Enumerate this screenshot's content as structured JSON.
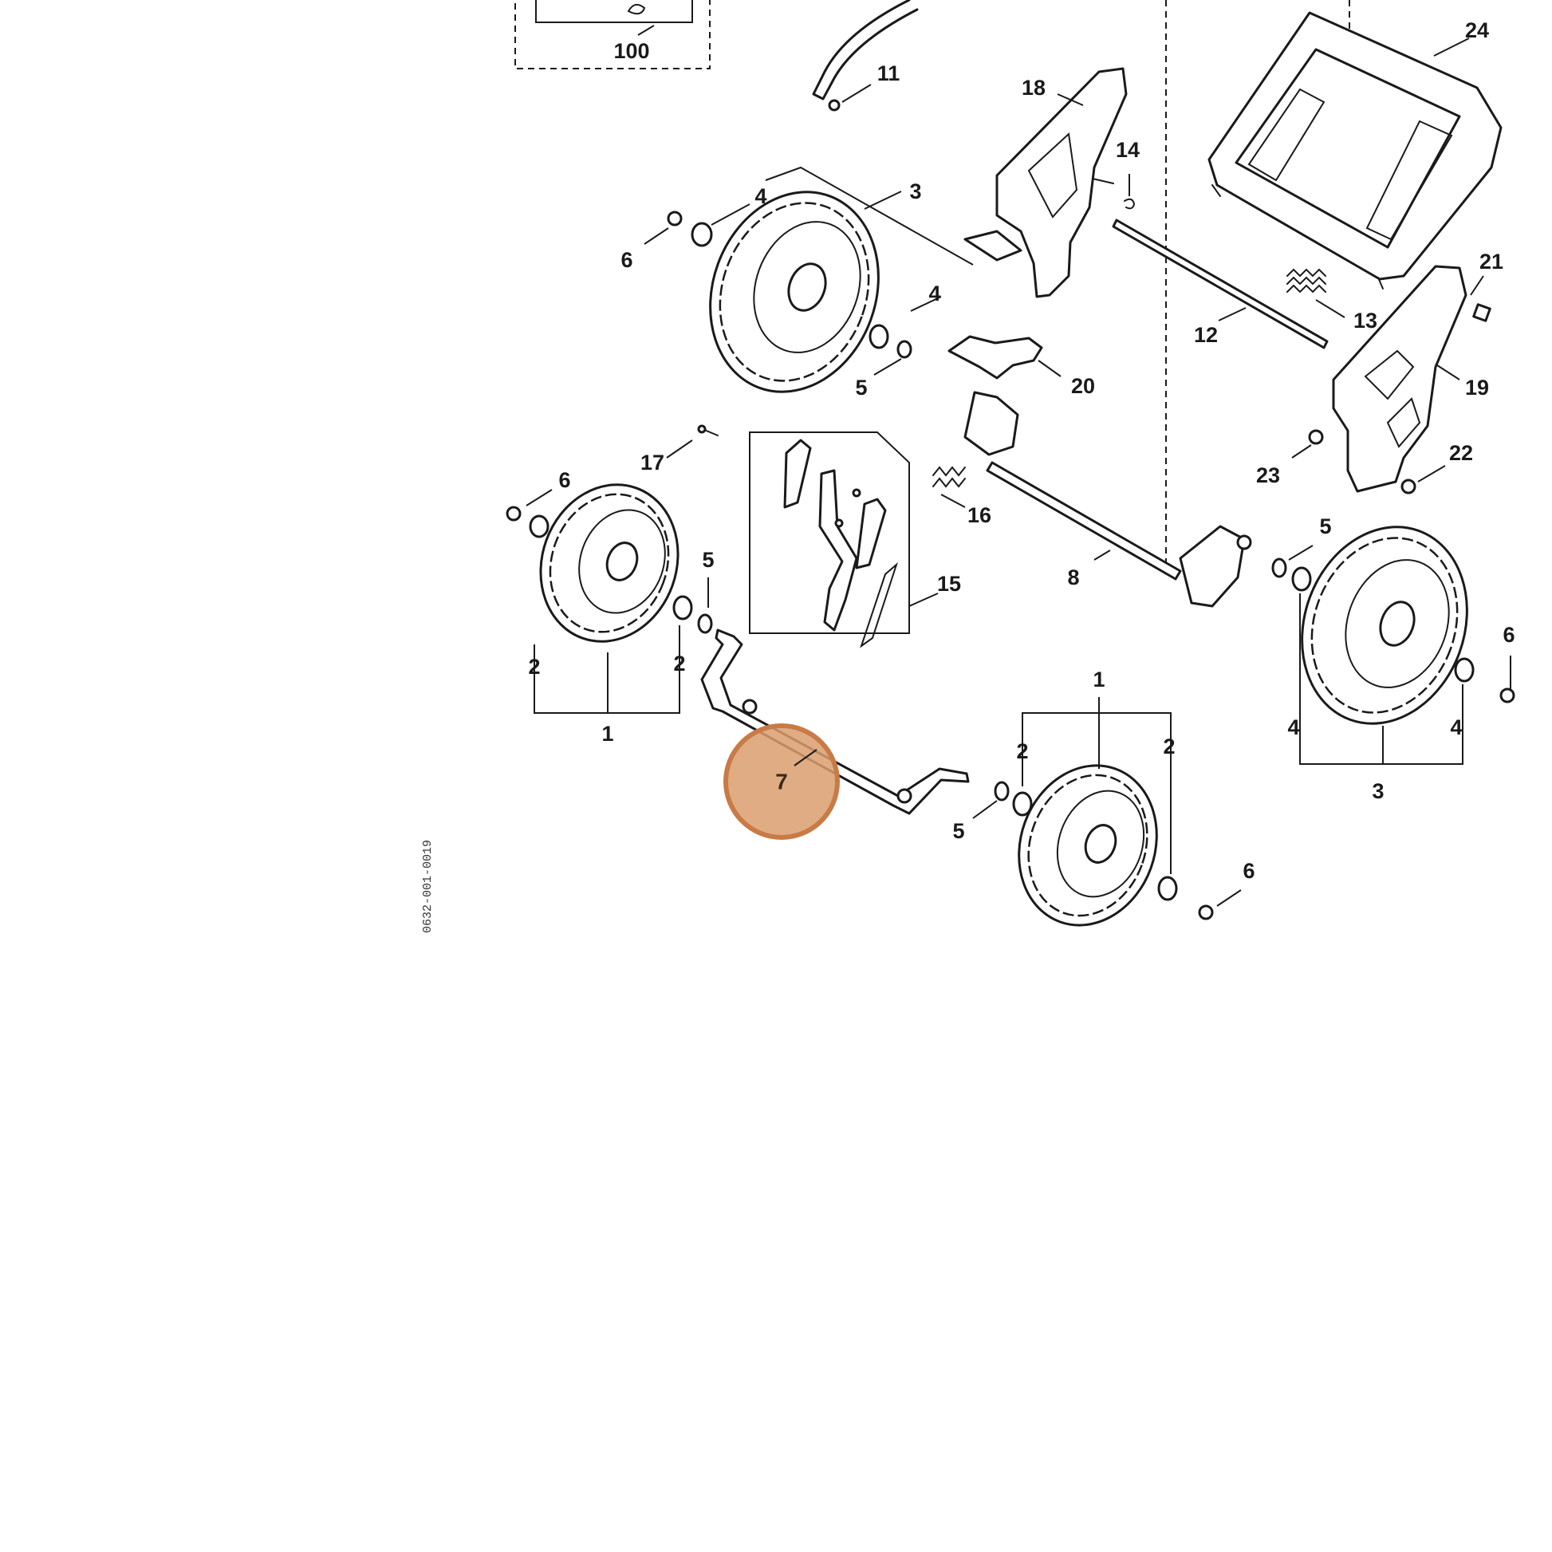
{
  "diagram": {
    "drawing_code": "0632-001-0019",
    "highlight_color": "#d99d6e",
    "highlight_border": "#c97a45",
    "highlighted_part": "7",
    "callouts": [
      {
        "id": "c100",
        "label": "100"
      },
      {
        "id": "c24",
        "label": "24"
      },
      {
        "id": "c11",
        "label": "11"
      },
      {
        "id": "c18",
        "label": "18"
      },
      {
        "id": "c14",
        "label": "14"
      },
      {
        "id": "c3a",
        "label": "3"
      },
      {
        "id": "c4a",
        "label": "4"
      },
      {
        "id": "c6a",
        "label": "6"
      },
      {
        "id": "c4b",
        "label": "4"
      },
      {
        "id": "c21",
        "label": "21"
      },
      {
        "id": "c13",
        "label": "13"
      },
      {
        "id": "c12",
        "label": "12"
      },
      {
        "id": "c5a",
        "label": "5"
      },
      {
        "id": "c20",
        "label": "20"
      },
      {
        "id": "c19",
        "label": "19"
      },
      {
        "id": "c17",
        "label": "17"
      },
      {
        "id": "c6b",
        "label": "6"
      },
      {
        "id": "c16",
        "label": "16"
      },
      {
        "id": "c22",
        "label": "22"
      },
      {
        "id": "c23",
        "label": "23"
      },
      {
        "id": "c5b",
        "label": "5"
      },
      {
        "id": "c5c",
        "label": "5"
      },
      {
        "id": "c15",
        "label": "15"
      },
      {
        "id": "c8",
        "label": "8"
      },
      {
        "id": "c2a",
        "label": "2"
      },
      {
        "id": "c2b",
        "label": "2"
      },
      {
        "id": "c1a",
        "label": "1"
      },
      {
        "id": "c6c",
        "label": "6"
      },
      {
        "id": "c1b",
        "label": "1"
      },
      {
        "id": "c2c",
        "label": "2"
      },
      {
        "id": "c2d",
        "label": "2"
      },
      {
        "id": "c4c",
        "label": "4"
      },
      {
        "id": "c4d",
        "label": "4"
      },
      {
        "id": "c3b",
        "label": "3"
      },
      {
        "id": "c5d",
        "label": "5"
      },
      {
        "id": "c6d",
        "label": "6"
      }
    ]
  }
}
